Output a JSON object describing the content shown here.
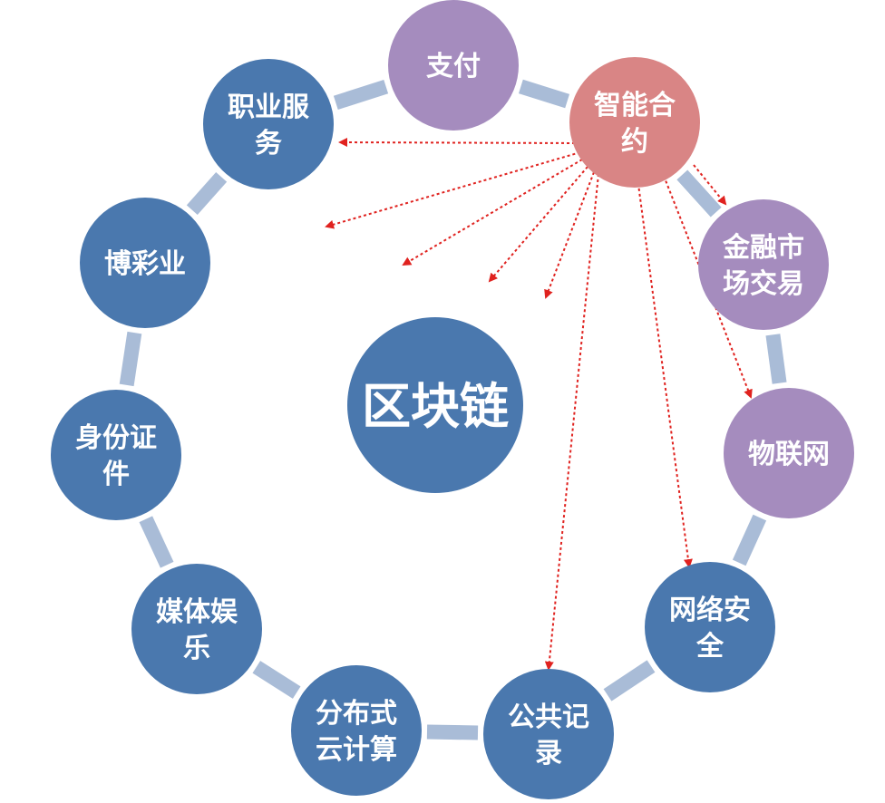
{
  "center": {
    "label": "区块链",
    "color": "#4a78ae"
  },
  "colors": {
    "blue_node": "#4a78ae",
    "purple_node": "#a58cbe",
    "red_node": "#d98585",
    "connector": "#a9bcd7",
    "arrow": "#e0221f"
  },
  "nodes": [
    {
      "id": "zhifu",
      "lines": [
        "支付"
      ],
      "kind": "purple"
    },
    {
      "id": "zhineng-heyue",
      "lines": [
        "智能合",
        "约"
      ],
      "kind": "red"
    },
    {
      "id": "jinrong",
      "lines": [
        "金融市",
        "场交易"
      ],
      "kind": "purple"
    },
    {
      "id": "wulianwang",
      "lines": [
        "物联网"
      ],
      "kind": "purple"
    },
    {
      "id": "wangluo",
      "lines": [
        "网络安",
        "全"
      ],
      "kind": "blue"
    },
    {
      "id": "gonggong",
      "lines": [
        "公共记",
        "录"
      ],
      "kind": "blue"
    },
    {
      "id": "fenbushi",
      "lines": [
        "分布式",
        "云计算"
      ],
      "kind": "blue"
    },
    {
      "id": "meiti",
      "lines": [
        "媒体娱",
        "乐"
      ],
      "kind": "blue"
    },
    {
      "id": "shenfen",
      "lines": [
        "身份证",
        "件"
      ],
      "kind": "blue"
    },
    {
      "id": "bocai",
      "lines": [
        "博彩业"
      ],
      "kind": "blue"
    },
    {
      "id": "zhiye",
      "lines": [
        "职业服",
        "务"
      ],
      "kind": "blue"
    }
  ]
}
